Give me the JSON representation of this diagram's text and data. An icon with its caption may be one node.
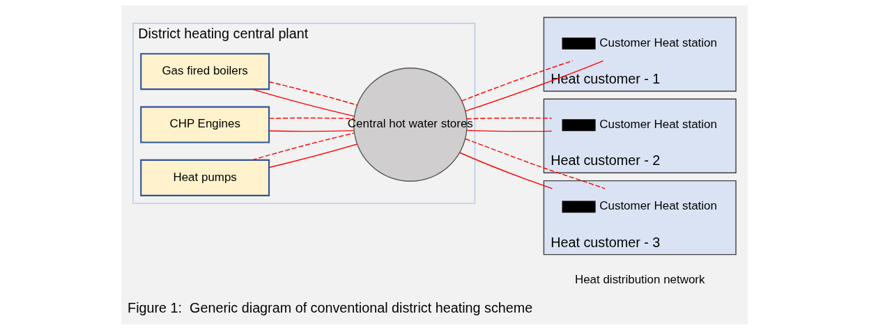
{
  "diagram": {
    "caption": "Figure 1:  Generic diagram of conventional district heating scheme",
    "nodes": [
      {
        "text": [
          "District heating central plant"
        ]
      },
      {
        "text": [
          "Gas fired boilers"
        ],
        "in": 0
      },
      {
        "text": [
          "CHP Engines"
        ],
        "in": 0
      },
      {
        "text": [
          "Heat pumps"
        ],
        "in": 0
      },
      {
        "text": [
          "Central hot water stores"
        ],
        "in": 0
      },
      {
        "text": [
          "Heat customer - 1"
        ]
      },
      {
        "text": [],
        "shape": "bar",
        "beside": [
          "Customer Heat station"
        ],
        "in": 5
      },
      {
        "text": [
          "Heat customer - 2"
        ]
      },
      {
        "text": [],
        "shape": "bar",
        "beside": [
          "Customer Heat station"
        ],
        "in": 7
      },
      {
        "text": [
          "Heat customer - 3"
        ]
      },
      {
        "text": [],
        "shape": "bar",
        "beside": [
          "Customer Heat station"
        ],
        "in": 9
      }
    ],
    "edges": [
      {
        "from": 1,
        "to": 4,
        "arrow": "none"
      },
      {
        "from": 1,
        "to": 4,
        "arrow": "none",
        "style": "dashed"
      },
      {
        "from": 2,
        "to": 4,
        "arrow": "none"
      },
      {
        "from": 2,
        "to": 4,
        "arrow": "none",
        "style": "dashed"
      },
      {
        "from": 3,
        "to": 4,
        "arrow": "none"
      },
      {
        "from": 3,
        "to": 4,
        "arrow": "none",
        "style": "dashed"
      },
      {
        "from": 4,
        "to": 6,
        "arrow": "none"
      },
      {
        "from": 4,
        "to": 6,
        "arrow": "none",
        "style": "dashed"
      },
      {
        "from": 4,
        "to": 8,
        "arrow": "none"
      },
      {
        "from": 4,
        "to": 8,
        "arrow": "none",
        "style": "dashed"
      },
      {
        "from": 4,
        "to": 10,
        "arrow": "none"
      },
      {
        "from": 4,
        "to": 10,
        "arrow": "none",
        "style": "dashed"
      }
    ],
    "labels": [
      "Heat distribution network"
    ]
  }
}
